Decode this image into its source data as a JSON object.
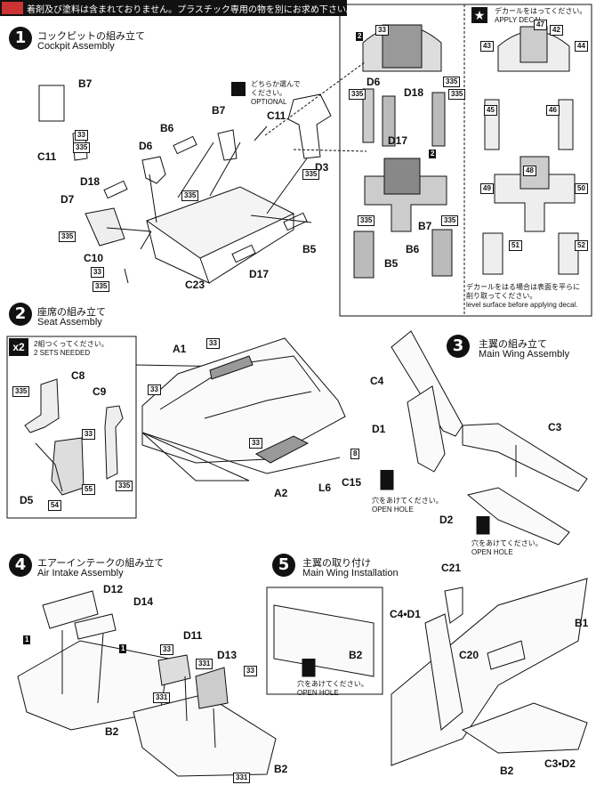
{
  "header": {
    "warning": "着剤及び塗料は含まれておりません。プラスチック専用の物を別にお求め下さい。"
  },
  "steps": [
    {
      "num": "1",
      "jp": "コックピットの組み立て",
      "en": "Cockpit Assembly"
    },
    {
      "num": "2",
      "jp": "座席の組み立て",
      "en": "Seat Assembly"
    },
    {
      "num": "3",
      "jp": "主翼の組み立て",
      "en": "Main Wing Assembly"
    },
    {
      "num": "4",
      "jp": "エアーインテークの組み立て",
      "en": "Air Intake Assembly"
    },
    {
      "num": "5",
      "jp": "主翼の取り付け",
      "en": "Main Wing Installation"
    }
  ],
  "optional": {
    "jp1": "どちらか選んで",
    "jp2": "ください。",
    "en": "OPTIONAL"
  },
  "decal": {
    "apply_jp": "デカールをはってください。",
    "apply_en": "APPLY DECAL",
    "level_jp1": "デカールをはる場合は表面を平らに",
    "level_jp2": "削り取ってください。",
    "level_en": "level surface before applying decal."
  },
  "x2": {
    "mark": "x2",
    "jp": "2組つくってください。",
    "en": "2 SETS NEEDED"
  },
  "open_hole": {
    "jp": "穴をあけてください。",
    "en": "OPEN HOLE"
  },
  "parts": {
    "s1": [
      "B7",
      "C11",
      "B7",
      "B6",
      "C11",
      "D6",
      "D3",
      "D18",
      "D7",
      "C10",
      "B5",
      "D17",
      "C23"
    ],
    "s2": [
      "A1",
      "C8",
      "C9",
      "D5",
      "A2",
      "L6",
      "C15"
    ],
    "s3": [
      "C4",
      "D1",
      "C3",
      "D2"
    ],
    "s4": [
      "D12",
      "D14",
      "D11",
      "D13",
      "B2",
      "B2"
    ],
    "s5": [
      "C21",
      "B1",
      "C4•D1",
      "C20",
      "B2",
      "B2",
      "C3•D2"
    ],
    "panel": [
      "D6",
      "D18",
      "D17",
      "B7",
      "B5",
      "B6"
    ]
  },
  "paints": [
    "33",
    "335",
    "331",
    "54",
    "55",
    "8"
  ],
  "decals": [
    "42",
    "43",
    "44",
    "45",
    "46",
    "47",
    "48",
    "49",
    "50",
    "51",
    "52"
  ],
  "markers": [
    "1",
    "2"
  ]
}
